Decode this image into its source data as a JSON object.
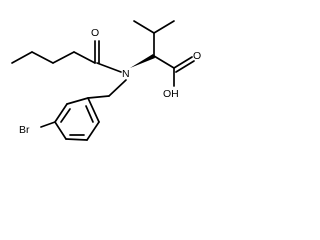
{
  "molecule": {
    "atoms": {
      "O_amide": "O",
      "N": "N",
      "O_carbonyl": "O",
      "OH": "OH",
      "Br": "Br"
    }
  }
}
